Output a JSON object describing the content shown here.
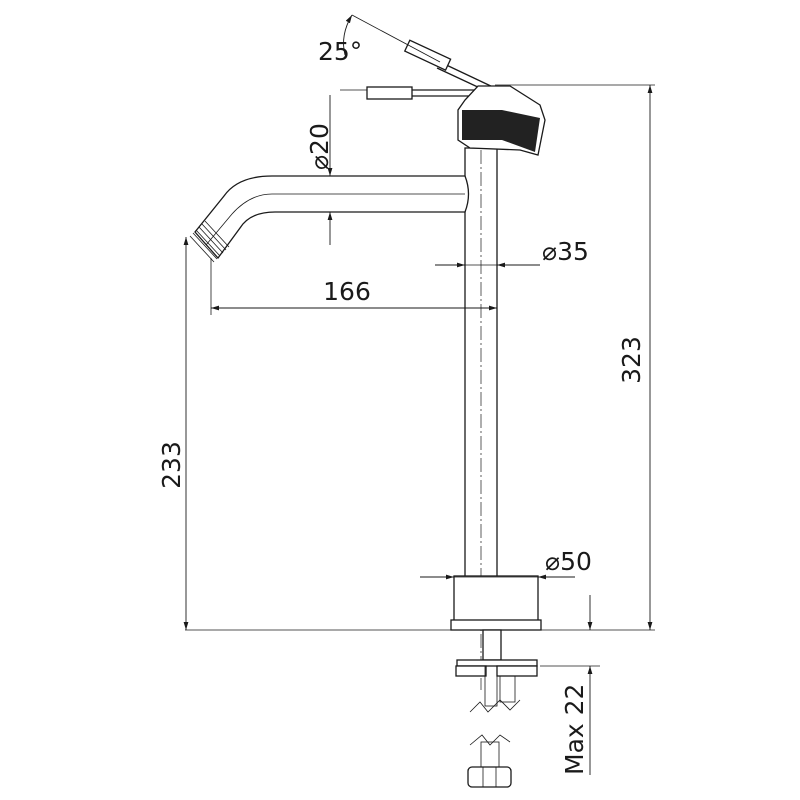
{
  "drawing": {
    "angle_label": "25°",
    "diam_spout_label": "20",
    "diam_body_label": "35",
    "diam_base_label": "50",
    "reach_label": "166",
    "spout_height_label": "233",
    "total_height_label": "323",
    "max_deck_label": "Max 22",
    "diameter_symbol": "⌀"
  }
}
